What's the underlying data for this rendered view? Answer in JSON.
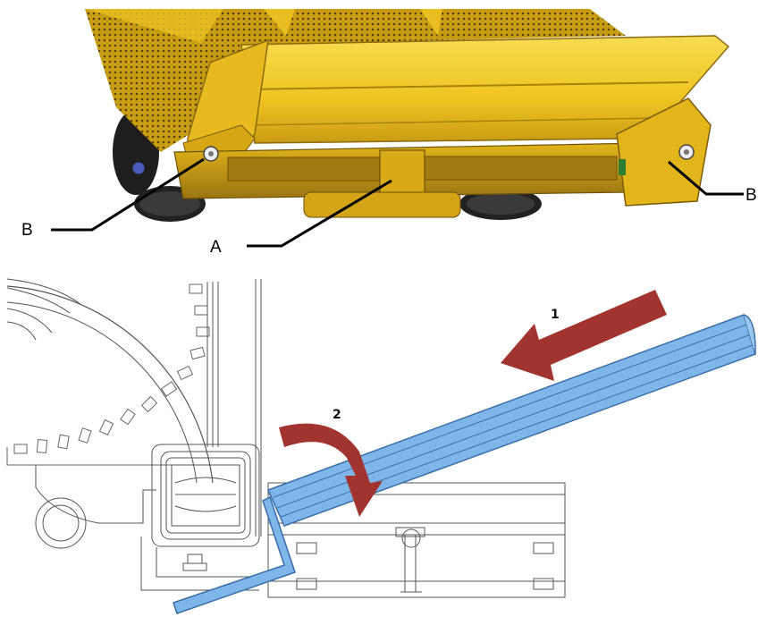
{
  "top_view": {
    "callouts": [
      {
        "id": "left-b",
        "label": "B"
      },
      {
        "id": "a",
        "label": "A"
      },
      {
        "id": "right-b",
        "label": "B"
      }
    ]
  },
  "bottom_view": {
    "steps": [
      {
        "id": "step-1",
        "label": "1"
      },
      {
        "id": "step-2",
        "label": "2"
      }
    ]
  },
  "colors": {
    "yellow_body": "#f2c81a",
    "yellow_shadow": "#b8901a",
    "tray_blue": "#7fb6ea",
    "arrow_red": "#a1342e",
    "line_gray": "#555555"
  }
}
